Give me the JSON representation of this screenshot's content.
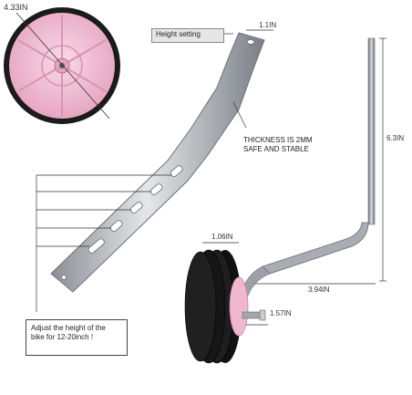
{
  "labels": {
    "wheel_diameter": "4.33IN",
    "bracket_width": "1.1IN",
    "height_setting": "Height setting",
    "thickness_line1": "THICKNESS IS 2MM",
    "thickness_line2": "SAFE AND STABLE",
    "arm_height": "6.3IN",
    "wheel_width": "1.06IN",
    "arm_length": "3.94IN",
    "axle_length": "1.57IN",
    "adjust_line1": "Adjust the height of the",
    "adjust_line2": "bike for 12-20inch !"
  },
  "colors": {
    "wheel_pink": "#f2c6da",
    "tire_black": "#1a1a1a",
    "steel": "#b8bcc2",
    "steel_dark": "#7d8289",
    "label_box_bg": "#e6e6e6"
  }
}
